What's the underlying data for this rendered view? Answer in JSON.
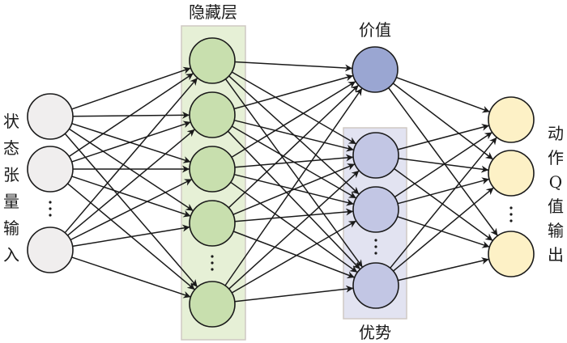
{
  "title": "Dueling DQN network structure",
  "colors": {
    "input_fill": "#f0eeee",
    "hidden_fill": "#c8dfae",
    "hidden_box": "#e6f0d6",
    "value_fill": "#9aa6d2",
    "advantage_fill": "#c2c6e4",
    "advantage_box": "#e2e3f1",
    "output_fill": "#fdf1c6",
    "box_border": "#cfc9c4",
    "stroke": "#1a1a1a"
  },
  "labels": {
    "input": [
      "状",
      "态",
      "张",
      "量",
      "输",
      "入"
    ],
    "hidden": "隐藏层",
    "value": "价值",
    "advantage": "优势",
    "output": [
      "动",
      "作",
      "Q",
      "值",
      "输",
      "出"
    ]
  },
  "layers": {
    "input": {
      "name": "input",
      "visible_nodes": 3,
      "ellipsis_after": 2
    },
    "hidden": {
      "name": "hidden",
      "visible_nodes": 5,
      "ellipsis_after": 4
    },
    "value": {
      "name": "value",
      "visible_nodes": 1
    },
    "advantage": {
      "name": "advantage",
      "visible_nodes": 3,
      "ellipsis_after": 2
    },
    "output": {
      "name": "output",
      "visible_nodes": 3,
      "ellipsis_after": 2
    }
  },
  "connections": [
    [
      "input",
      "hidden"
    ],
    [
      "hidden",
      "value"
    ],
    [
      "hidden",
      "advantage"
    ],
    [
      "value",
      "output"
    ],
    [
      "advantage",
      "output"
    ]
  ]
}
